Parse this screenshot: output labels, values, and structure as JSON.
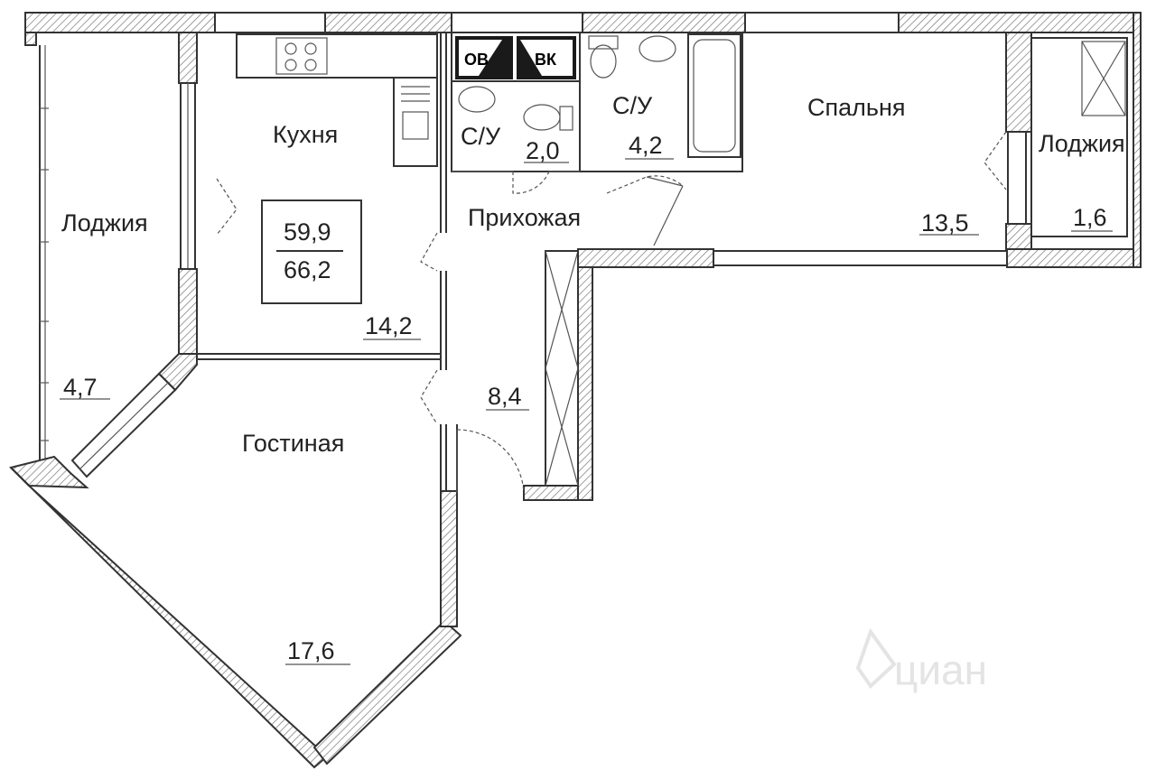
{
  "rooms": {
    "loggia_left": {
      "name": "Лоджия",
      "area": "4,7"
    },
    "kitchen": {
      "name": "Кухня",
      "area": "14,2"
    },
    "totals": {
      "living": "59,9",
      "total": "66,2"
    },
    "wc_small": {
      "name": "С/У",
      "area": "2,0"
    },
    "wc_large": {
      "name": "С/У",
      "area": "4,2"
    },
    "hall": {
      "name": "Прихожая",
      "area": "8,4"
    },
    "bedroom": {
      "name": "Спальня",
      "area": "13,5"
    },
    "loggia_right": {
      "name": "Лоджия",
      "area": "1,6"
    },
    "living_room": {
      "name": "Гостиная",
      "area": "17,6"
    }
  },
  "shafts": {
    "ov": "ОВ",
    "vk": "ВК"
  },
  "watermark": "циан",
  "colors": {
    "wall_line": "#333333",
    "hatch": "#777777",
    "shaft_fill": "#1a1a1a",
    "watermark": "#e4e4e4"
  }
}
